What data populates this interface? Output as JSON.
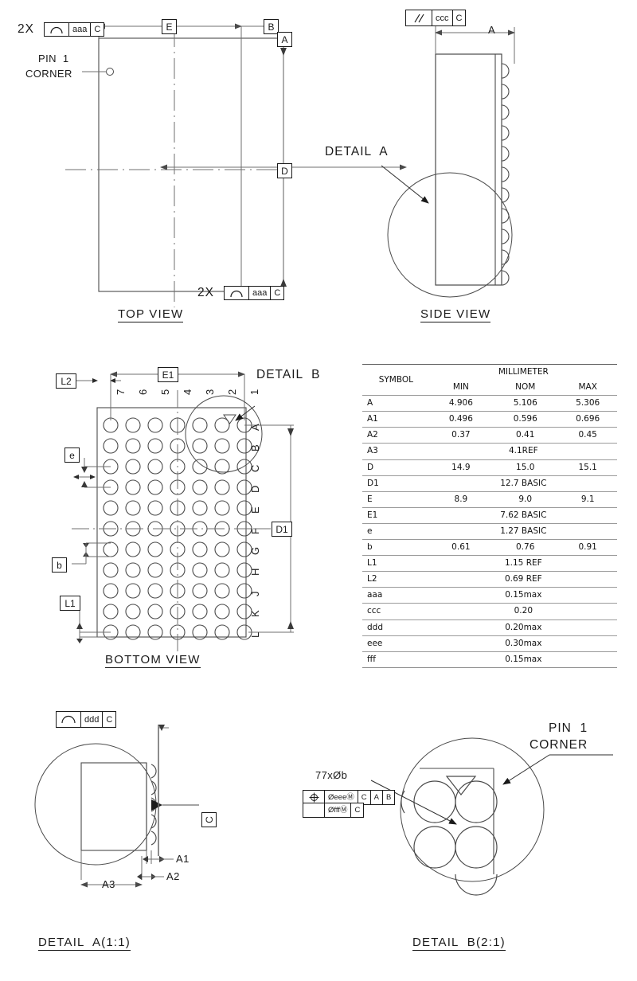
{
  "drawing": {
    "type": "bga-package-outline",
    "views": [
      {
        "id": "top",
        "title": "TOP VIEW"
      },
      {
        "id": "side",
        "title": "SIDE VIEW"
      },
      {
        "id": "bottom",
        "title": "BOTTOM VIEW"
      },
      {
        "id": "detail_a",
        "title": "DETAIL  A(1:1)"
      },
      {
        "id": "detail_b",
        "title": "DETAIL  B(2:1)"
      }
    ]
  },
  "top_view": {
    "title": "TOP VIEW",
    "pin1_label_line1": "PIN  1",
    "pin1_label_line2": "CORNER",
    "fcf_top": {
      "multiplier": "2X",
      "symbol": "profile-of-surface",
      "tolerance": "aaa",
      "datum": "C"
    },
    "fcf_bottom": {
      "multiplier": "2X",
      "symbol": "profile-of-surface",
      "tolerance": "aaa",
      "datum": "C"
    },
    "dim_E": "E",
    "datum_A": "A",
    "datum_B": "B",
    "datum_D": "D"
  },
  "side_view": {
    "title": "SIDE VIEW",
    "fcf": {
      "symbol": "parallelism",
      "tolerance": "ccc",
      "datum": "C"
    },
    "dim_A": "A",
    "detail_callout": "DETAIL  A"
  },
  "bottom_view": {
    "title": "BOTTOM VIEW",
    "detail_callout": "DETAIL  B",
    "dim_E1": "E1",
    "dim_D1": "D1",
    "dim_L1": "L1",
    "dim_L2": "L2",
    "dim_e": "e",
    "dim_b": "b",
    "column_labels": [
      "7",
      "6",
      "5",
      "4",
      "3",
      "2",
      "1"
    ],
    "row_labels": [
      "A",
      "B",
      "C",
      "D",
      "E",
      "F",
      "G",
      "H",
      "J",
      "K",
      "L"
    ],
    "ball_count": 77,
    "pin1_marker": "triangle"
  },
  "detail_a": {
    "title": "DETAIL  A(1:1)",
    "fcf": {
      "symbol": "profile-of-surface",
      "tolerance": "ddd",
      "datum": "C"
    },
    "datum_C": "C",
    "dim_A1": "A1",
    "dim_A2": "A2",
    "dim_A3": "A3"
  },
  "detail_b": {
    "title": "DETAIL  B(2:1)",
    "ball_note": "77xØb",
    "pin1_label_line1": "PIN  1",
    "pin1_label_line2": "CORNER",
    "fcf_row1": {
      "symbol": "position",
      "tolerance": "ØeeeⓂ",
      "datums": [
        "C",
        "A",
        "B"
      ]
    },
    "fcf_row2": {
      "tolerance": "ØfffⓂ",
      "datums": [
        "C"
      ]
    }
  },
  "table": {
    "header": {
      "symbol": "SYMBOL",
      "units": "MILLIMETER",
      "min": "MIN",
      "nom": "NOM",
      "max": "MAX"
    },
    "rows": [
      {
        "symbol": "A",
        "min": "4.906",
        "nom": "5.106",
        "max": "5.306",
        "span": false
      },
      {
        "symbol": "A1",
        "min": "0.496",
        "nom": "0.596",
        "max": "0.696",
        "span": false
      },
      {
        "symbol": "A2",
        "min": "0.37",
        "nom": "0.41",
        "max": "0.45",
        "span": false
      },
      {
        "symbol": "A3",
        "min": "",
        "nom": "4.1REF",
        "max": "",
        "span": true
      },
      {
        "symbol": "D",
        "min": "14.9",
        "nom": "15.0",
        "max": "15.1",
        "span": false
      },
      {
        "symbol": "D1",
        "min": "",
        "nom": "12.7 BASIC",
        "max": "",
        "span": true
      },
      {
        "symbol": "E",
        "min": "8.9",
        "nom": "9.0",
        "max": "9.1",
        "span": false
      },
      {
        "symbol": "E1",
        "min": "",
        "nom": "7.62 BASIC",
        "max": "",
        "span": true
      },
      {
        "symbol": "e",
        "min": "",
        "nom": "1.27 BASIC",
        "max": "",
        "span": true
      },
      {
        "symbol": "b",
        "min": "0.61",
        "nom": "0.76",
        "max": "0.91",
        "span": false
      },
      {
        "symbol": "L1",
        "min": "",
        "nom": "1.15 REF",
        "max": "",
        "span": true
      },
      {
        "symbol": "L2",
        "min": "",
        "nom": "0.69 REF",
        "max": "",
        "span": true
      },
      {
        "symbol": "aaa",
        "min": "",
        "nom": "0.15max",
        "max": "",
        "span": true
      },
      {
        "symbol": "ccc",
        "min": "",
        "nom": "0.20",
        "max": "",
        "span": true
      },
      {
        "symbol": "ddd",
        "min": "",
        "nom": "0.20max",
        "max": "",
        "span": true
      },
      {
        "symbol": "eee",
        "min": "",
        "nom": "0.30max",
        "max": "",
        "span": true
      },
      {
        "symbol": "fff",
        "min": "",
        "nom": "0.15max",
        "max": "",
        "span": true
      }
    ]
  },
  "colors": {
    "line": "#1a1a1a",
    "thin_line": "#6f6f6f",
    "table_rule": "#8a8a8a",
    "background": "#ffffff"
  }
}
